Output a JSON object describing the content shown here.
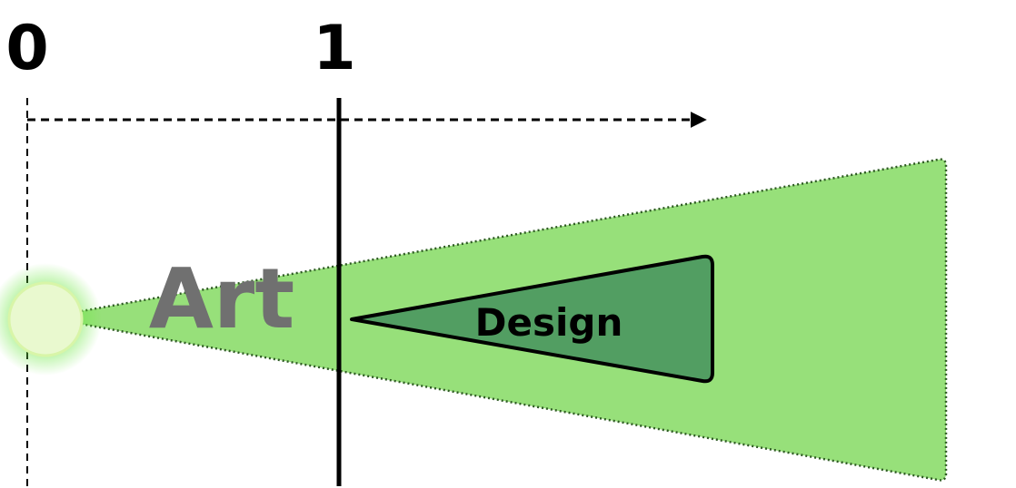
{
  "axis": {
    "start_label": "0",
    "mark_label": "1"
  },
  "outer_region": {
    "label": "Art",
    "fill_color": "#97e07a",
    "label_color": "#707070"
  },
  "inner_region": {
    "label": "Design",
    "fill_color": "#529e62"
  },
  "origin_glow": {
    "core_color": "#e9f9cf",
    "glow_color": "#5ee83a"
  }
}
